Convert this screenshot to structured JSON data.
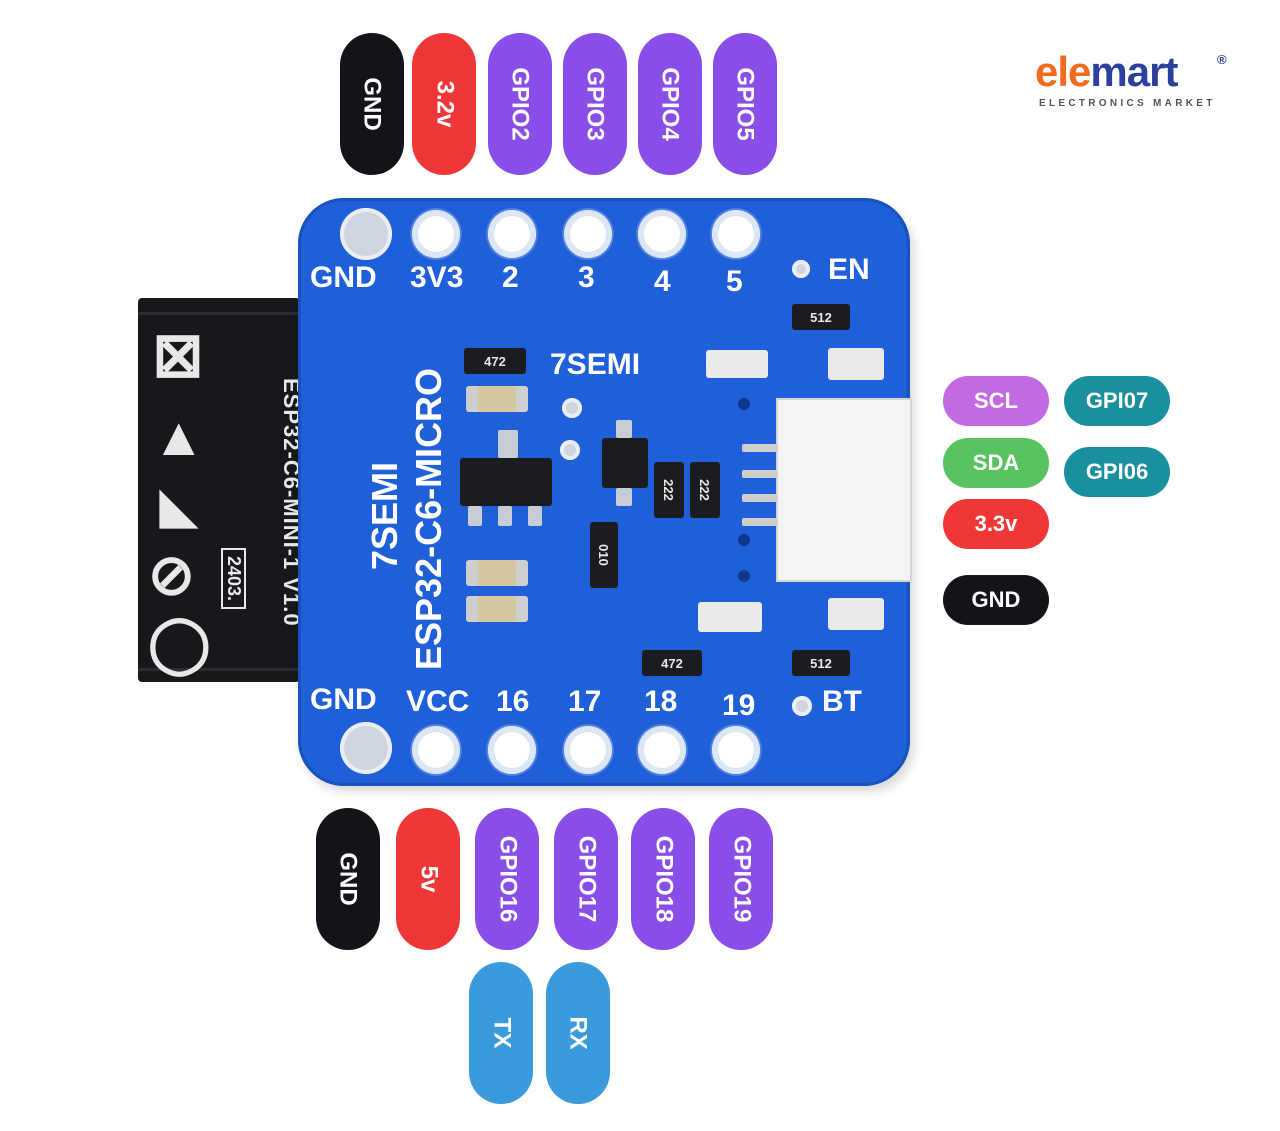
{
  "logo": {
    "brand_part1": "ele",
    "brand_part2": "mart",
    "registered": "®",
    "tagline": "ELECTRONICS MARKET"
  },
  "top_pins": [
    {
      "label": "GND",
      "color": "black"
    },
    {
      "label": "3.2v",
      "color": "red"
    },
    {
      "label": "GPIO2",
      "color": "purple"
    },
    {
      "label": "GPIO3",
      "color": "purple"
    },
    {
      "label": "GPIO4",
      "color": "purple"
    },
    {
      "label": "GPIO5",
      "color": "purple"
    }
  ],
  "bottom_pins": [
    {
      "label": "GND",
      "color": "black"
    },
    {
      "label": "5v",
      "color": "red"
    },
    {
      "label": "GPIO16",
      "color": "purple"
    },
    {
      "label": "GPIO17",
      "color": "purple"
    },
    {
      "label": "GPIO18",
      "color": "purple"
    },
    {
      "label": "GPIO19",
      "color": "purple"
    }
  ],
  "uart_pins": [
    {
      "label": "TX",
      "color": "blue"
    },
    {
      "label": "RX",
      "color": "blue"
    }
  ],
  "connector_pins": [
    {
      "label": "SCL",
      "color": "violet"
    },
    {
      "label": "SDA",
      "color": "green"
    },
    {
      "label": "3.3v",
      "color": "red"
    },
    {
      "label": "GND",
      "color": "black"
    }
  ],
  "connector_gpio": [
    {
      "label": "GPI07",
      "color": "teal"
    },
    {
      "label": "GPI06",
      "color": "teal"
    }
  ],
  "board": {
    "top_silk": [
      "GND",
      "3V3",
      "2",
      "3",
      "4",
      "5"
    ],
    "bottom_silk": [
      "GND",
      "VCC",
      "16",
      "17",
      "18",
      "19"
    ],
    "en_label": "EN",
    "bt_label": "BT",
    "maker_logo": "7SEMI",
    "brand_line1": "7SEMI",
    "brand_line2": "ESP32-C6-MICRO",
    "resistors": [
      "472",
      "512",
      "222",
      "222",
      "010",
      "472",
      "512"
    ],
    "module_text": "ESP32-C6-MINI-1 V1.0",
    "module_date": "2403."
  },
  "colors": {
    "board": "#1f5fd8",
    "gnd_pill": "#121419",
    "power_pill": "#f03737",
    "gpio_pill": "#8a4ee8",
    "uart_pill": "#3a9bdc",
    "scl_pill": "#c16ae2",
    "sda_pill": "#56c35e",
    "gpio_i2c_pill": "#1a8f9e",
    "logo_orange": "#f26b1d",
    "logo_blue": "#2a3f9e"
  }
}
